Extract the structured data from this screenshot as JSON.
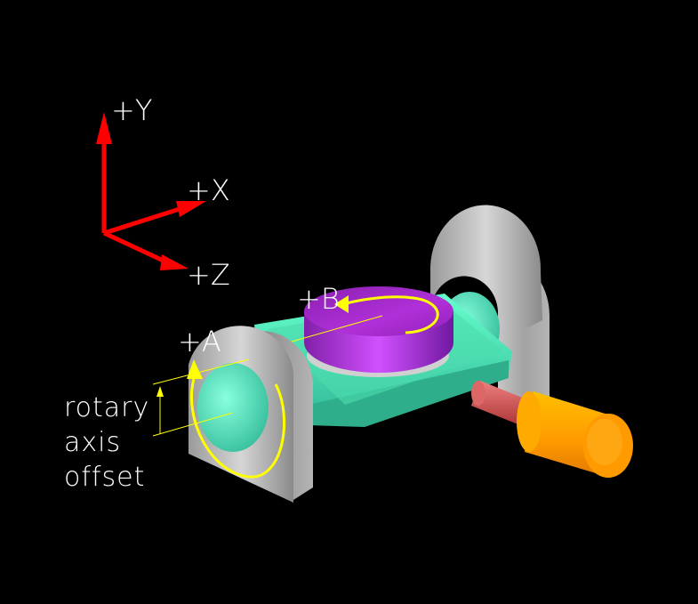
{
  "labels": {
    "y_axis": "+Y",
    "x_axis": "+X",
    "z_axis": "+Z",
    "b_axis": "+B",
    "a_axis": "+A",
    "offset_note": [
      "rotary",
      "axis",
      "offset"
    ]
  },
  "colors": {
    "background": "#000000",
    "axis_arrows": "#ff0000",
    "labels": "#ffffff",
    "rotation_arrows": "#ffff00",
    "trunnion_support": "#c8c8c8",
    "cradle": "#55eebb",
    "rotary_table": "#a020c0",
    "motor_body": "#ff9900",
    "motor_shaft": "#cc4444"
  }
}
